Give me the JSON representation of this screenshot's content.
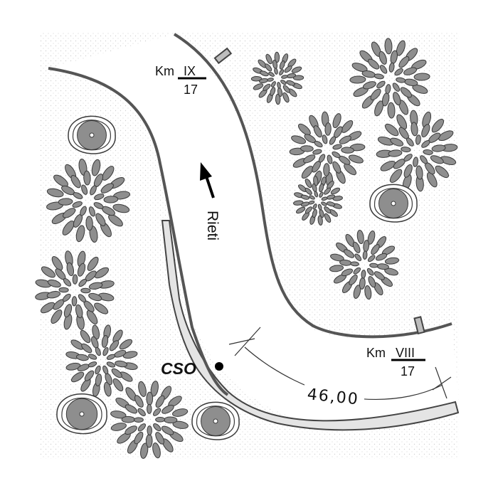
{
  "markers": {
    "km_ix": {
      "prefix": "Km",
      "numeral": "IX",
      "sub": "17"
    },
    "km_viii": {
      "prefix": "Km",
      "numeral": "VIII",
      "sub": "17"
    }
  },
  "direction": {
    "label": "Rieti"
  },
  "point": {
    "label": "CSO"
  },
  "measurement": {
    "value": "46,00"
  },
  "colors": {
    "road_line": "#555555",
    "sidewalk_fill": "#e4e4e4",
    "tree_fill": "#8e8e8e",
    "tree_stroke": "#3a3a3a",
    "stipple": "#d4d4d4"
  },
  "icons": {
    "tree": "deciduous-tree-icon",
    "round_tree": "round-tree-icon",
    "arrow": "north-arrow-icon",
    "point": "survey-point-icon",
    "post": "km-post-icon"
  }
}
